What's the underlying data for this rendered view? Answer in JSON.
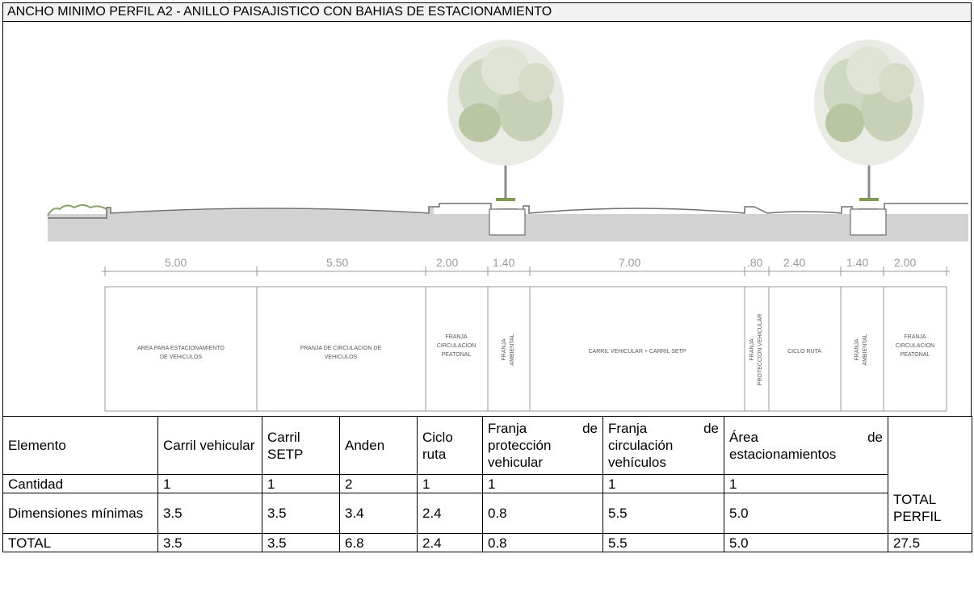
{
  "title": "ANCHO MINIMO PERFIL A2 - ANILLO PAISAJISTICO CON BAHIAS DE ESTACIONAMIENTO",
  "drawing": {
    "dimensions": [
      "5.00",
      "5.50",
      "2.00",
      "1.40",
      "7.00",
      ".80",
      "2.40",
      "1.40",
      "2.00"
    ],
    "zones": {
      "estacionamiento": [
        "AREA PARA ESTACIONAMIENTO",
        "DE VEHICULOS"
      ],
      "circulacion": [
        "FRANJA DE CIRCULACION DE",
        "VEHICULOS"
      ],
      "peatonal1": [
        "FRANJA",
        "CIRCULACION",
        "PEATONAL"
      ],
      "ambiental1": [
        "FRANJA",
        "AMBIENTAL"
      ],
      "carril": [
        "CARRIL VEHICULAR + CARRIL SETP"
      ],
      "proteccion": [
        "FRANJA",
        "PROTECCION VEHICULAR"
      ],
      "ciclo": [
        "CICLO RUTA"
      ],
      "ambiental2": [
        "FRANJA",
        "AMBIENTAL"
      ],
      "peatonal2": [
        "FRANJA",
        "CIRCULACION",
        "PEATONAL"
      ]
    }
  },
  "table": {
    "header": {
      "elemento": "Elemento",
      "carril_vehicular": "Carril vehicular",
      "carril_setp": "Carril SETP",
      "anden": "Anden",
      "ciclo_ruta": "Ciclo ruta",
      "franja_proteccion": "Franja de protección vehicular",
      "franja_circulacion": "Franja de circulación vehículos",
      "area_estacionamientos": "Área de estacionamientos",
      "total_perfil": "TOTAL PERFIL"
    },
    "rows": {
      "cantidad": {
        "label": "Cantidad",
        "values": [
          "1",
          "1",
          "2",
          "1",
          "1",
          "1",
          "1"
        ]
      },
      "dimensiones": {
        "label": "Dimensiones mínimas",
        "values": [
          "3.5",
          "3.5",
          "3.4",
          "2.4",
          "0.8",
          "5.5",
          "5.0"
        ]
      },
      "total": {
        "label": "TOTAL",
        "values": [
          "3.5",
          "3.5",
          "6.8",
          "2.4",
          "0.8",
          "5.5",
          "5.0"
        ],
        "grand_total": "27.5"
      }
    }
  }
}
